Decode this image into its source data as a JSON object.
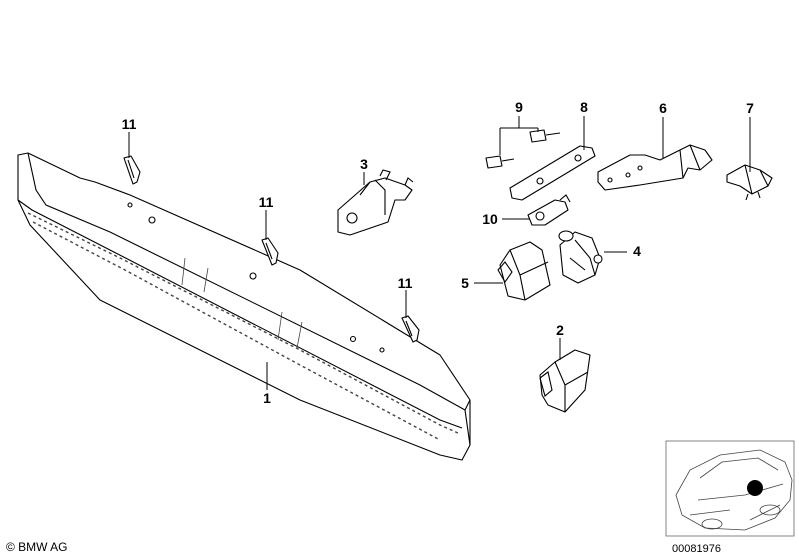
{
  "callouts": [
    {
      "id": "1",
      "label": "1"
    },
    {
      "id": "2",
      "label": "2"
    },
    {
      "id": "3",
      "label": "3"
    },
    {
      "id": "4",
      "label": "4"
    },
    {
      "id": "5",
      "label": "5"
    },
    {
      "id": "6",
      "label": "6"
    },
    {
      "id": "7",
      "label": "7"
    },
    {
      "id": "8",
      "label": "8"
    },
    {
      "id": "9",
      "label": "9"
    },
    {
      "id": "10",
      "label": "10"
    },
    {
      "id": "11a",
      "label": "11"
    },
    {
      "id": "11b",
      "label": "11"
    },
    {
      "id": "11c",
      "label": "11"
    }
  ],
  "footer": {
    "copyright": "© BMW AG",
    "doc_number": "00081976"
  },
  "colors": {
    "line": "#000000",
    "background": "#ffffff",
    "marker": "#000000"
  }
}
